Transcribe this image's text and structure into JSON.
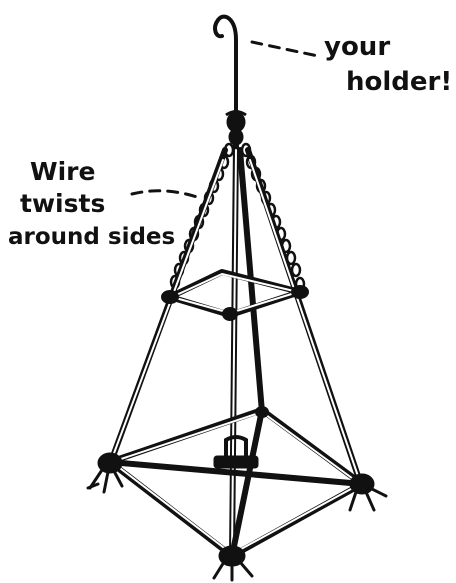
{
  "annotations": {
    "holder_label_line1": "your",
    "holder_label_line2": "holder!",
    "wire_label_line1": "Wire",
    "wire_label_line2": "twists",
    "wire_label_line3": "around sides"
  },
  "colors": {
    "ink": "#111111",
    "background": "#ffffff"
  }
}
